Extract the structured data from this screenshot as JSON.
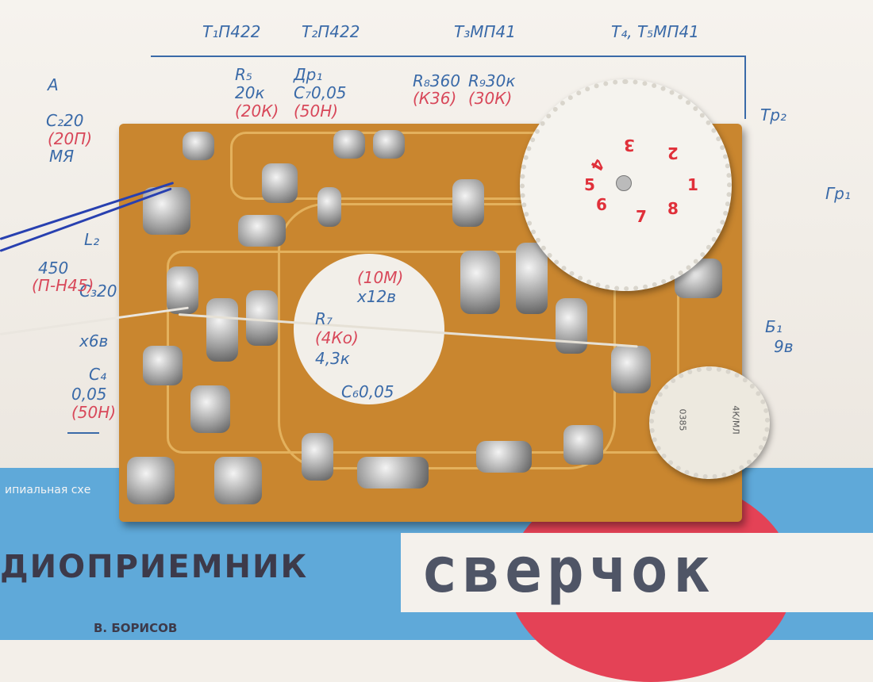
{
  "schematic": {
    "labels": [
      "T₁П422",
      "T₂П422",
      "T₃МП41",
      "T₄, T₅МП41",
      "R₅",
      "20к",
      "Др₁",
      "C₇0,05",
      "R₈360",
      "R₉30к",
      "Tр₂",
      "Гр₁",
      "A",
      "C₂20",
      "МЯ",
      "L₂",
      "450",
      "C₃20",
      "x6в",
      "C₄",
      "0,05",
      "R₇",
      "4,3к",
      "x12в",
      "Б₁",
      "9в",
      "C₆0,05"
    ],
    "red_labels": [
      "(20П)",
      "(20К)",
      "(50Н)",
      "(К36)",
      "(30К)",
      "(П-Н45)",
      "(10М)",
      "(4Ко)",
      "(50Н)"
    ]
  },
  "dial": {
    "numbers": [
      "1",
      "2",
      "3",
      "4",
      "5",
      "6",
      "7",
      "8"
    ]
  },
  "small_dial": {
    "text": [
      "0385",
      "4К/МЛ"
    ]
  },
  "cover": {
    "subtitle": "ипиальная схе",
    "title": "ДИОПРИЕМНИК",
    "brand": "сверчок",
    "author": "В. БОРИСОВ"
  }
}
